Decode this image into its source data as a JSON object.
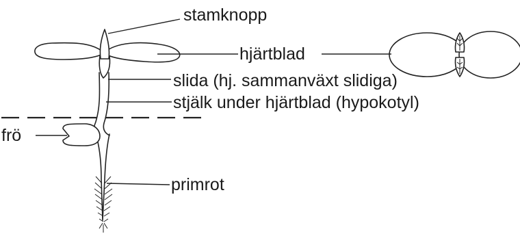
{
  "labels": {
    "stamknopp": "stamknopp",
    "hjartblad": "hjärtblad",
    "slida": "slida (hj. sammanväxt slidiga)",
    "stjalk": "stjälk under hjärtblad (hypokotyl)",
    "fro": "frö",
    "primrot": "primrot"
  },
  "colors": {
    "ink": "#222222",
    "background": "#ffffff"
  }
}
